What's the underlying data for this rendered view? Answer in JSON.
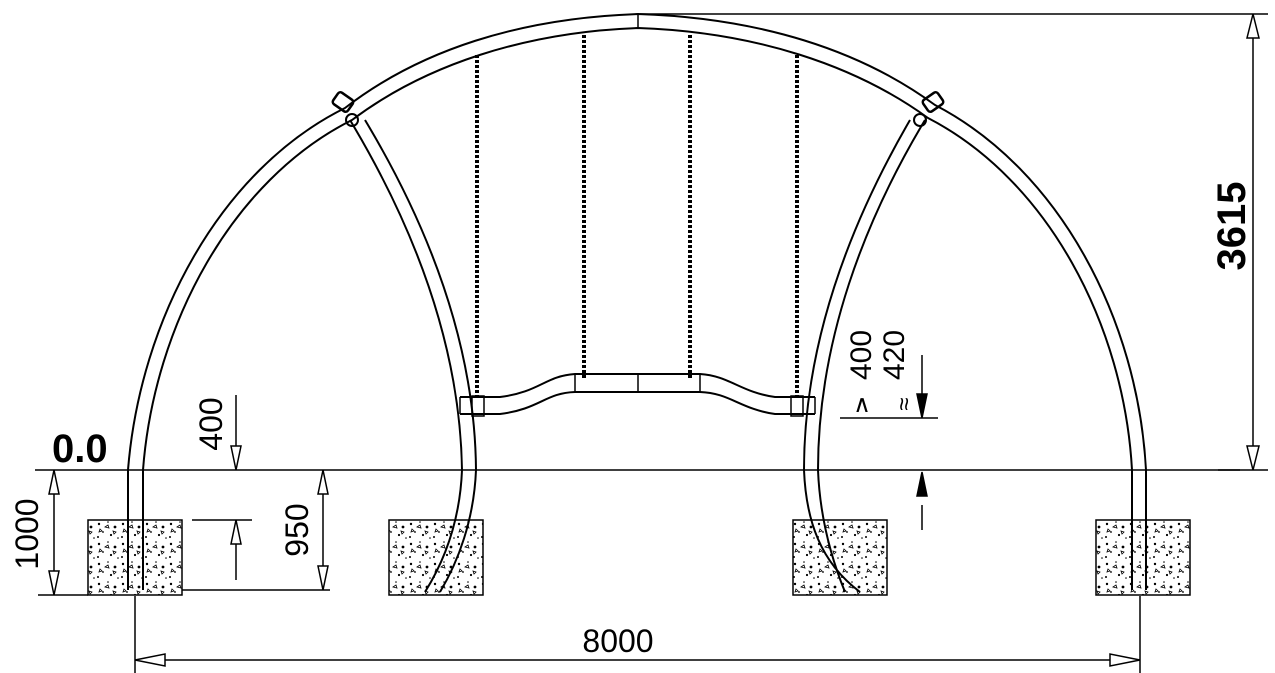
{
  "labels": {
    "level": "0.0",
    "height_total": "3615",
    "width_total": "8000",
    "seat_height": "400",
    "foundation_depth": "1000",
    "post_embed": "950",
    "clearance_min": "400",
    "clearance_alt": "420",
    "symbol_ge": "∧",
    "symbol_approx": "≈"
  }
}
